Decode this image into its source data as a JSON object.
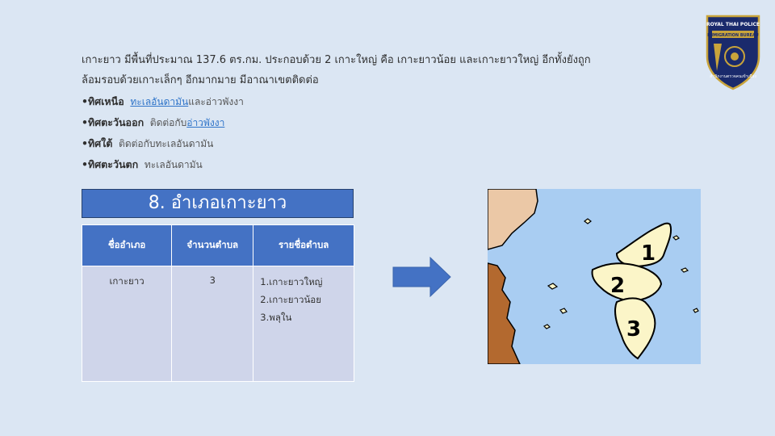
{
  "paragraph": {
    "line1": "เกาะยาว  มีพื้นที่ประมาณ 137.6 ตร.กม. ประกอบด้วย  2 เกาะใหญ่  คือ เกาะยาวน้อย  และเกาะยาวใหญ่  อีกทั้งยังถูก",
    "line2": "ล้อมรอบด้วยเกาะเล็กๆ  อีกมากมาย  มีอาณาเขตติดต่อ"
  },
  "borders": {
    "north": {
      "label": "•ทิศเหนือ",
      "link": "ทะเลอันดามัน",
      "text": "และอ่าวพังงา"
    },
    "east": {
      "label": "•ทิศตะวันออก",
      "text": "ติดต่อกับ",
      "link": "อ่าวพังงา"
    },
    "south": {
      "label": "•ทิศใต้",
      "text": "ติดต่อกับทะเลอันดามัน"
    },
    "west": {
      "label": "•ทิศตะวันตก",
      "text": "ทะเลอันดามัน"
    }
  },
  "section_title": "8. อำเภอเกาะยาว",
  "table": {
    "headers": [
      "ชื่ออำเภอ",
      "จำนวนตำบล",
      "รายชื่อตำบล"
    ],
    "district": "เกาะยาว",
    "count": "3",
    "subdistricts": [
      "1.เกาะยาวใหญ่",
      "2.เกาะยาวน้อย",
      "3.พลุใน"
    ]
  },
  "map": {
    "labels": [
      "1",
      "2",
      "3"
    ]
  },
  "logo": {
    "top_text": "ROYAL THAI POLICE",
    "mid_text": "IMMIGRATION BUREAU",
    "bottom_text": "สำนักงานตรวจคนเข้าเมือง"
  },
  "colors": {
    "accent": "#4472c4",
    "background": "#dbe6f3",
    "sea": "#a9cdf2",
    "island": "#fbf5c8",
    "mainland": "#b3692f"
  }
}
